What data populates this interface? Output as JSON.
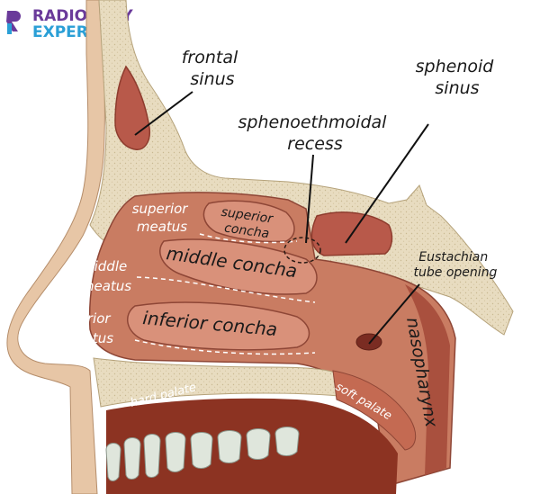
{
  "logo": {
    "line1": "RADIOLOGY",
    "line2": "EXPERT",
    "colors": {
      "line1": "#6a3a9a",
      "line2": "#2a9fd6"
    }
  },
  "labels": {
    "frontal_sinus": [
      "frontal",
      "sinus"
    ],
    "sphenoid_sinus": [
      "sphenoid",
      "sinus"
    ],
    "sphenoethmoidal_recess": [
      "sphenoethmoidal",
      "recess"
    ],
    "superior_meatus": [
      "superior",
      "meatus"
    ],
    "superior_concha": [
      "superior",
      "concha"
    ],
    "middle_meatus": [
      "middle",
      "meatus"
    ],
    "middle_concha": "middle concha",
    "inferior_meatus": [
      "inferior",
      "meatus"
    ],
    "inferior_concha": "inferior concha",
    "eustachian": [
      "Eustachian",
      "tube opening"
    ],
    "nasopharynx": "nasopharynx",
    "hard_palate": "hard palate",
    "soft_palate": "soft palate"
  },
  "colors": {
    "bone": "#e8dcc0",
    "skin": "#e7c6a6",
    "tissue": "#c97c62",
    "tissue_dark": "#a9503e",
    "concha": "#d9917a",
    "mouth": "#8c3322",
    "tooth": "#dfe6dc"
  }
}
